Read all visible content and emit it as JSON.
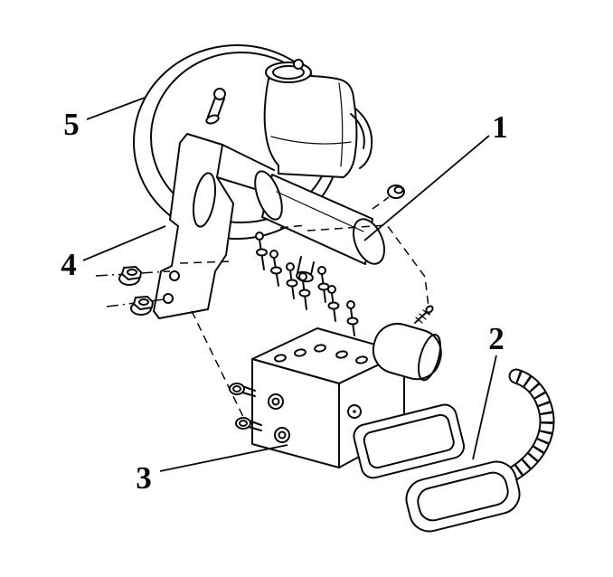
{
  "figure": {
    "type": "exploded-parts-diagram",
    "background_color": "#ffffff",
    "line_color": "#0a0a0a",
    "callouts": [
      {
        "label": "1"
      },
      {
        "label": "2"
      },
      {
        "label": "3"
      },
      {
        "label": "4"
      },
      {
        "label": "5"
      }
    ]
  }
}
